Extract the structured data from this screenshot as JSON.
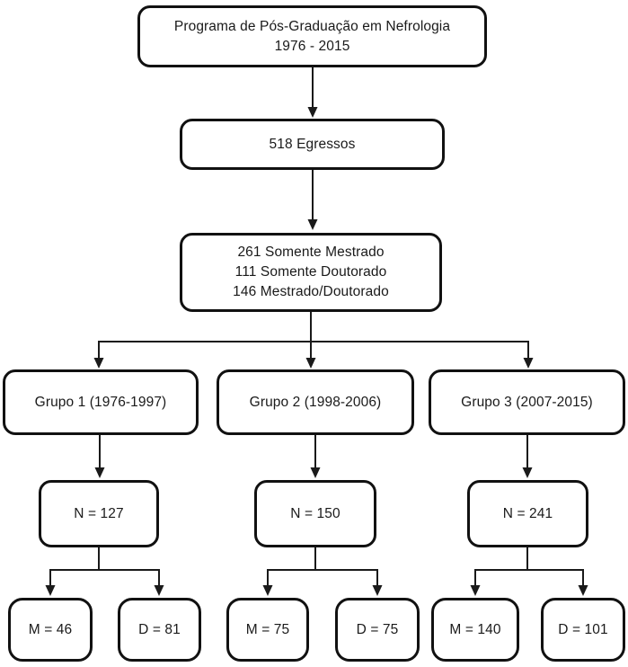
{
  "flowchart": {
    "program": {
      "line1": "Programa de Pós-Graduação em Nefrologia",
      "line2": "1976 - 2015"
    },
    "egressos": "518 Egressos",
    "breakdown": {
      "line1": "261 Somente Mestrado",
      "line2": "111 Somente Doutorado",
      "line3": "146 Mestrado/Doutorado"
    },
    "groups": [
      {
        "label": "Grupo 1 (1976-1997)",
        "n": "N = 127",
        "mestrado": "M = 46",
        "doutorado": "D = 81"
      },
      {
        "label": "Grupo 2 (1998-2006)",
        "n": "N = 150",
        "mestrado": "M = 75",
        "doutorado": "D = 75"
      },
      {
        "label": "Grupo 3 (2007-2015)",
        "n": "N = 241",
        "mestrado": "M = 140",
        "doutorado": "D = 101"
      }
    ],
    "colors": {
      "box_border": "#111111",
      "line": "#1a1a1a",
      "text": "#1a1a1a",
      "background": "#ffffff"
    }
  }
}
